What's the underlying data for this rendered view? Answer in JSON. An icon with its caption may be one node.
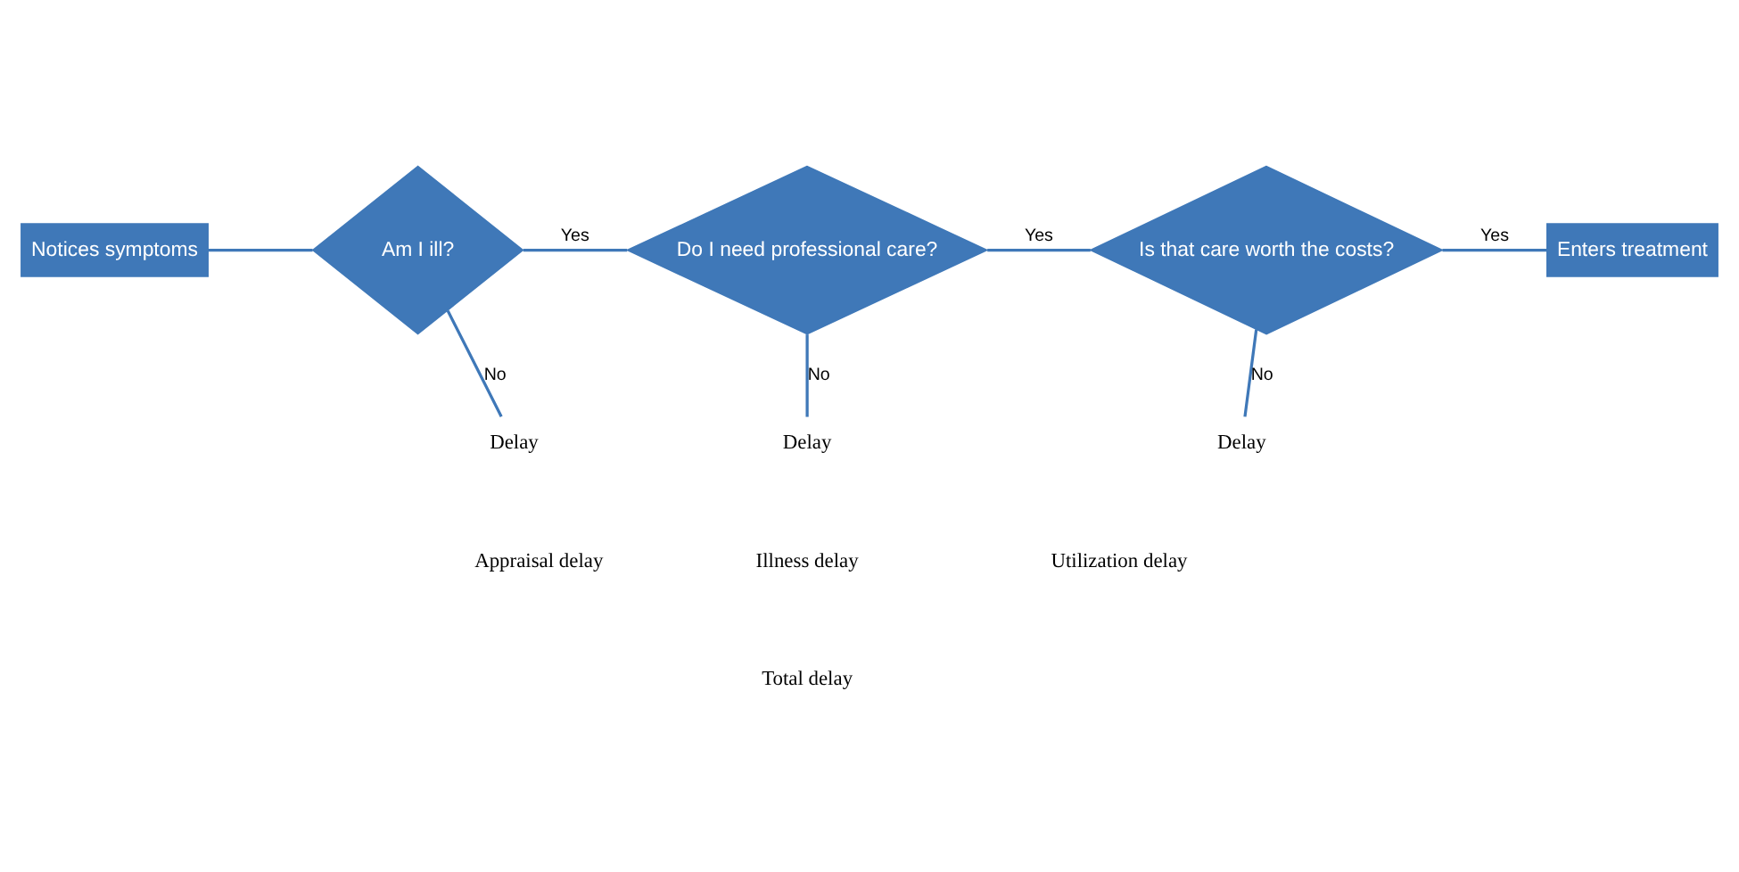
{
  "diagram": {
    "nodes": [
      {
        "text": [
          "Notices symptoms"
        ]
      },
      {
        "text": [
          "Am I ill?"
        ]
      },
      {
        "text": [
          "Do I need professional care?"
        ]
      },
      {
        "text": [
          "Is that care worth the costs?"
        ]
      },
      {
        "text": [
          "Enters treatment"
        ]
      },
      {
        "text": [
          "Delay"
        ]
      },
      {
        "text": [
          "Delay"
        ]
      },
      {
        "text": [
          "Delay"
        ]
      }
    ],
    "edges": [
      {
        "from": 0,
        "to": 1,
        "arrow": "none"
      },
      {
        "from": 1,
        "to": 2,
        "arrow": "none",
        "label": "Yes"
      },
      {
        "from": 2,
        "to": 3,
        "arrow": "none",
        "label": "Yes"
      },
      {
        "from": 3,
        "to": 4,
        "arrow": "none",
        "label": "Yes"
      },
      {
        "from": 1,
        "to": 5,
        "arrow": "none",
        "label": "No"
      },
      {
        "from": 2,
        "to": 6,
        "arrow": "none",
        "label": "No"
      },
      {
        "from": 3,
        "to": 7,
        "arrow": "none",
        "label": "No"
      }
    ],
    "labels": [
      "Appraisal delay",
      "Illness delay",
      "Utilization delay",
      "Total delay"
    ]
  }
}
